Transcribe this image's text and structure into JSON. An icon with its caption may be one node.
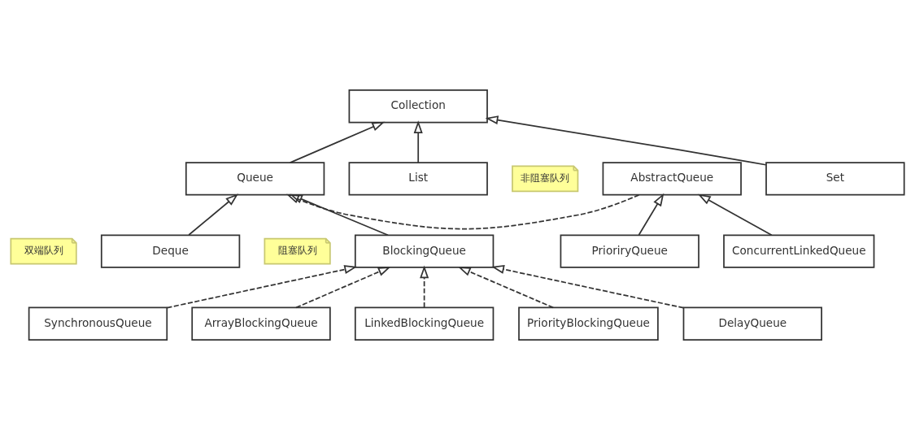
{
  "diagram": {
    "nodes": [
      {
        "text": [
          "Collection"
        ]
      },
      {
        "text": [
          "List"
        ]
      },
      {
        "text": [
          "Set"
        ]
      },
      {
        "text": [
          "Queue"
        ]
      },
      {
        "text": [
          "AbstractQueue"
        ],
        "beside": [
          "非阻塞队列"
        ]
      },
      {
        "text": [
          "PrioriryQueue"
        ]
      },
      {
        "text": [
          "ConcurrentLinkedQueue"
        ]
      },
      {
        "text": [
          "Deque"
        ],
        "beside": [
          "双端队列"
        ]
      },
      {
        "text": [
          "BlockingQueue"
        ],
        "beside": [
          "阻塞队列"
        ]
      },
      {
        "text": [
          "SynchronousQueue"
        ]
      },
      {
        "text": [
          "ArrayBlockingQueue"
        ]
      },
      {
        "text": [
          "LinkedBlockingQueue"
        ]
      },
      {
        "text": [
          "PriorityBlockingQueue"
        ]
      },
      {
        "text": [
          "DelayQueue"
        ]
      }
    ],
    "edges": [
      {
        "from": 1,
        "to": 0,
        "arrow": "to"
      },
      {
        "from": 2,
        "to": 0,
        "arrow": "to"
      },
      {
        "from": 3,
        "to": 0,
        "arrow": "to"
      },
      {
        "from": 7,
        "to": 3,
        "arrow": "to"
      },
      {
        "from": 4,
        "to": 3,
        "arrow": "to",
        "style": "dashed"
      },
      {
        "from": 5,
        "to": 4,
        "arrow": "to"
      },
      {
        "from": 6,
        "to": 4,
        "arrow": "to"
      },
      {
        "from": 8,
        "to": 3,
        "arrow": "to"
      },
      {
        "from": 9,
        "to": 8,
        "arrow": "to",
        "style": "dashed"
      },
      {
        "from": 10,
        "to": 8,
        "arrow": "to",
        "style": "dashed"
      },
      {
        "from": 11,
        "to": 8,
        "arrow": "to",
        "style": "dashed"
      },
      {
        "from": 12,
        "to": 8,
        "arrow": "to",
        "style": "dashed"
      },
      {
        "from": 13,
        "to": 8,
        "arrow": "to",
        "style": "dashed"
      }
    ]
  }
}
